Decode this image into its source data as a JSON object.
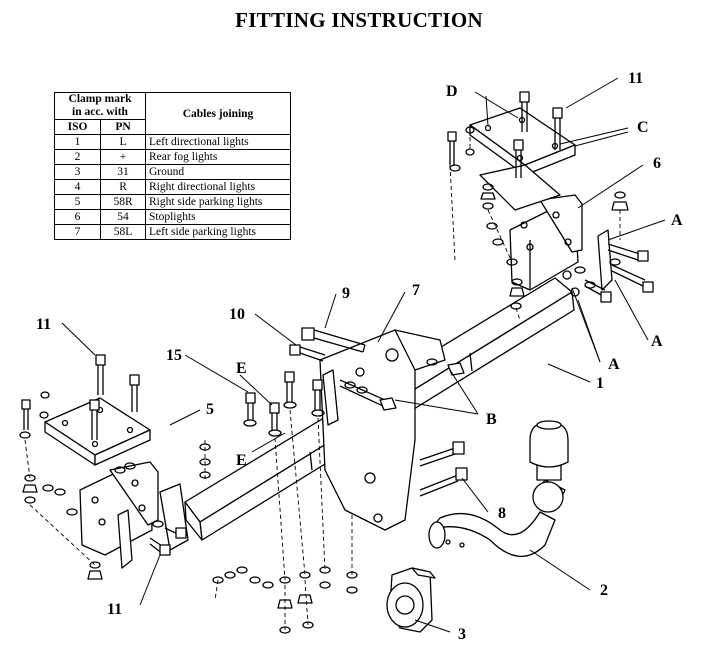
{
  "title": "FITTING INSTRUCTION",
  "table": {
    "header_clamp": [
      "Clamp mark",
      "in acc. with"
    ],
    "header_cables": "Cables joining",
    "sub_iso": "ISO",
    "sub_pn": "PN",
    "rows": [
      {
        "iso": "1",
        "pn": "L",
        "desc": "Left directional lights"
      },
      {
        "iso": "2",
        "pn": "+",
        "desc": "Rear fog lights"
      },
      {
        "iso": "3",
        "pn": "31",
        "desc": "Ground"
      },
      {
        "iso": "4",
        "pn": "R",
        "desc": "Right directional lights"
      },
      {
        "iso": "5",
        "pn": "58R",
        "desc": "Right side parking lights"
      },
      {
        "iso": "6",
        "pn": "54",
        "desc": "Stoplights"
      },
      {
        "iso": "7",
        "pn": "58L",
        "desc": "Left side parking lights"
      }
    ]
  },
  "callouts": {
    "n1": "1",
    "n2": "2",
    "n3": "3",
    "n5": "5",
    "n6": "6",
    "n7": "7",
    "n8": "8",
    "n9": "9",
    "n10": "10",
    "n11_top": "11",
    "n11_left": "11",
    "n11_bottom": "11",
    "n15": "15",
    "A1": "A",
    "A2": "A",
    "A3": "A",
    "B": "B",
    "C": "C",
    "D": "D",
    "E1": "E",
    "E2": "E"
  }
}
